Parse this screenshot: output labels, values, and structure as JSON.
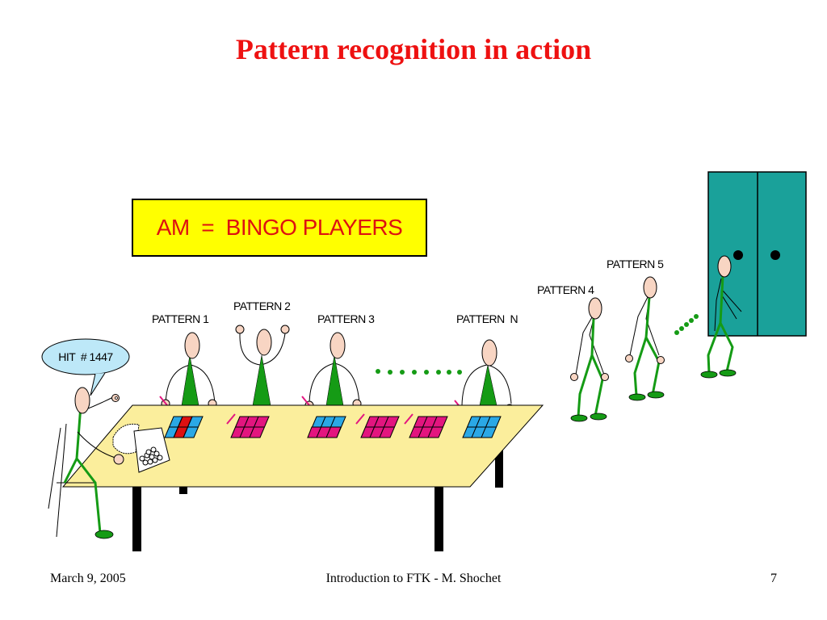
{
  "slide": {
    "title": "Pattern recognition in action",
    "am_box": "AM  =  BINGO PLAYERS",
    "bubble": "HIT  # 1447",
    "pattern_labels": [
      "PATTERN 1",
      "PATTERN 2",
      "PATTERN 3",
      "PATTERN  N",
      "PATTERN 4",
      "PATTERN 5"
    ]
  },
  "footer": {
    "date": "March 9, 2005",
    "center": "Introduction to FTK - M. Shochet",
    "page": "7"
  },
  "colors": {
    "title": "#ee1111",
    "box_fill": "#ffff00",
    "table_top": "#fbee9c",
    "door": "#1aa19a",
    "body_green": "#159b15",
    "skin": "#f8d5c3",
    "card_blue": "#2aa8e6",
    "card_magenta": "#e3157f",
    "card_red": "#dd1111"
  }
}
